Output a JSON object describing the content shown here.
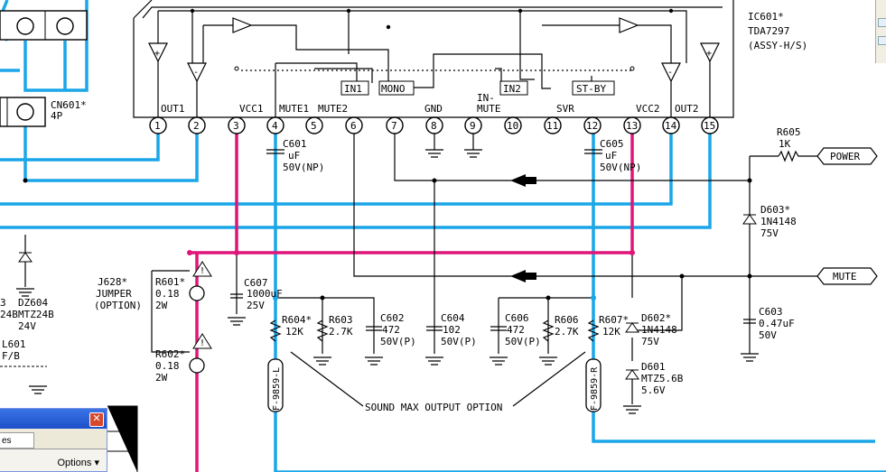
{
  "ic": {
    "ref": "IC601*",
    "part": "TDA7297",
    "assy": "(ASSY-H/S)"
  },
  "connector": {
    "ref": "CN601*",
    "pins": "4P"
  },
  "internal_labels": {
    "in1": "IN1",
    "mono": "MONO",
    "in2": "IN2",
    "stby": "ST-BY"
  },
  "pin_labels": {
    "out1": "OUT1",
    "vcc1": "VCC1",
    "mute1": "MUTE1",
    "mute2": "MUTE2",
    "gnd": "GND",
    "in_mute_a": "IN-",
    "in_mute_b": "MUTE",
    "svr": "SVR",
    "vcc2": "VCC2",
    "out2": "OUT2"
  },
  "pins": [
    "1",
    "2",
    "3",
    "4",
    "5",
    "6",
    "7",
    "8",
    "9",
    "10",
    "11",
    "12",
    "13",
    "14",
    "15"
  ],
  "components": {
    "c601": {
      "ref": "C601",
      "l1": "uF",
      "l2": "50V(NP)"
    },
    "c605": {
      "ref": "C605",
      "l1": "uF",
      "l2": "50V(NP)"
    },
    "r605": {
      "ref": "R605",
      "val": "1K"
    },
    "d603": {
      "ref": "D603*",
      "part": "1N4148",
      "v": "75V"
    },
    "c607": {
      "ref": "C607",
      "val": "1000uF",
      "v": "25V"
    },
    "c603": {
      "ref": "C603",
      "val": "0.47uF",
      "v": "50V"
    },
    "j628": {
      "ref": "J628*",
      "l1": "JUMPER",
      "l2": "(OPTION)"
    },
    "r601": {
      "ref": "R601*",
      "val": "0.18",
      "p": "2W"
    },
    "r602": {
      "ref": "R602*",
      "val": "0.18",
      "p": "2W"
    },
    "r604": {
      "ref": "R604*",
      "val": "12K"
    },
    "r603": {
      "ref": "R603",
      "val": "2.7K"
    },
    "c602": {
      "ref": "C602",
      "val": "472",
      "v": "50V(P)"
    },
    "c604": {
      "ref": "C604",
      "val": "102",
      "v": "50V(P)"
    },
    "c606": {
      "ref": "C606",
      "val": "472",
      "v": "50V(P)"
    },
    "r606": {
      "ref": "R606",
      "val": "2.7K"
    },
    "r607": {
      "ref": "R607*",
      "val": "12K"
    },
    "d602": {
      "ref": "D602*",
      "part": "1N4148",
      "v": "75V"
    },
    "d601": {
      "ref": "D601",
      "part": "MTZ5.6B",
      "v": "5.6V"
    },
    "dz604": {
      "ref": "DZ604",
      "part": "MTZ24B",
      "v": "24V",
      "left": "3",
      "left2": "24B"
    },
    "l601": {
      "ref": "L601",
      "val": "F/B"
    },
    "filter_left": "F-9859-L",
    "filter_right": "F-9859-R"
  },
  "signals": {
    "power": "POWER",
    "mute": "MUTE",
    "sound_max": "SOUND MAX OUTPUT OPTION"
  },
  "dialog": {
    "tab": "es",
    "options": "Options"
  },
  "colors": {
    "blue": "#1aa6e8",
    "magenta": "#e0157a"
  }
}
